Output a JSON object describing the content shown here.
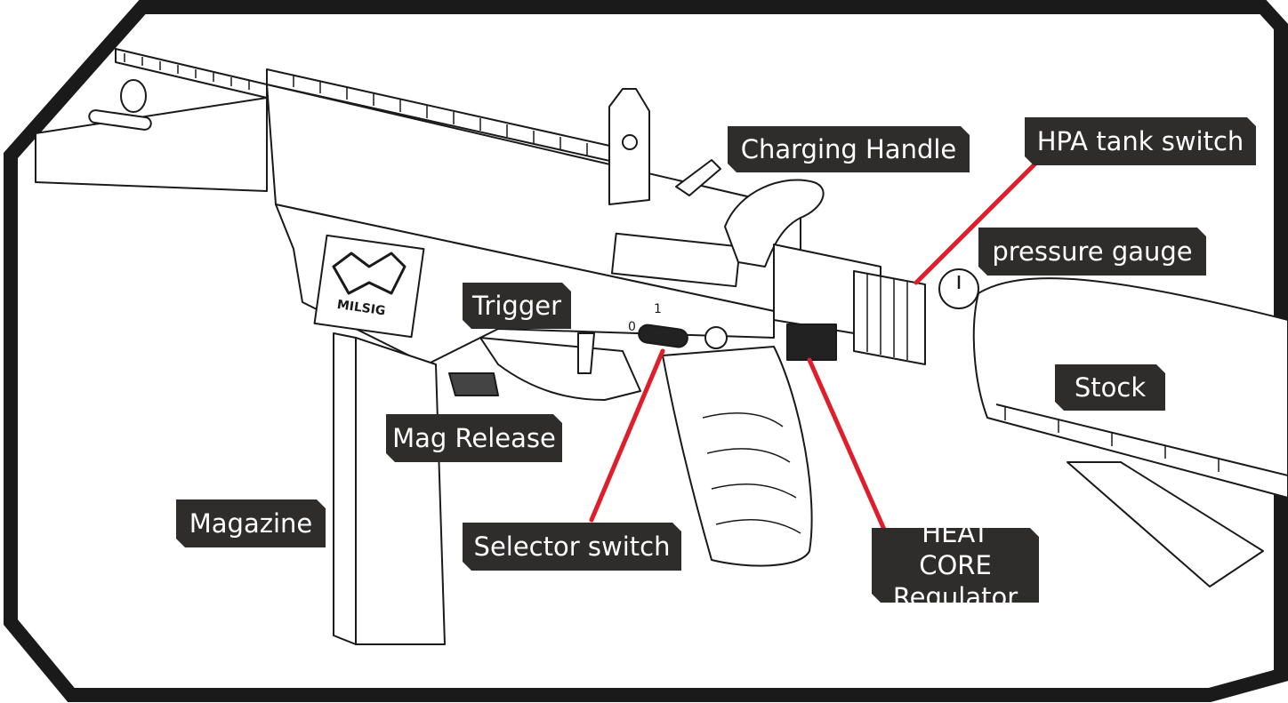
{
  "callouts": {
    "charging_handle": "Charging Handle",
    "hpa_tank_switch": "HPA tank switch",
    "pressure_gauge": "pressure gauge",
    "trigger": "Trigger",
    "stock": "Stock",
    "mag_release": "Mag Release",
    "magazine": "Magazine",
    "selector_switch": "Selector switch",
    "heat_core_line1": "HEAT CORE",
    "heat_core_line2": "Regulator"
  },
  "markings": {
    "brand_logo": "MILSIG",
    "selector_mark_safe": "0",
    "selector_mark_fire": "1"
  },
  "colors": {
    "callout_bg": "#2f2d2c",
    "callout_text": "#ffffff",
    "leader_line": "#e01e2b",
    "frame": "#1a1a1a"
  }
}
